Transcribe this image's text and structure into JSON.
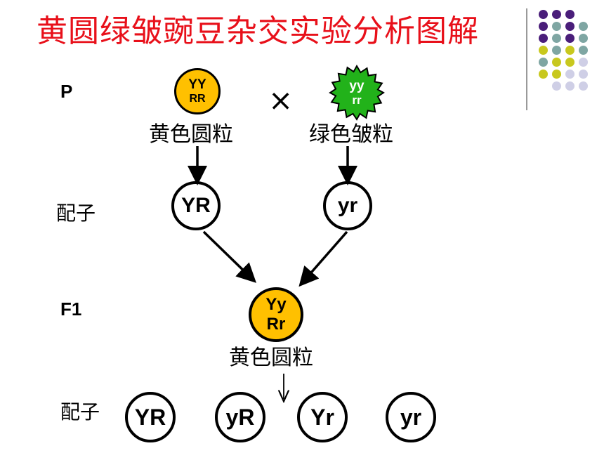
{
  "title": "黄圆绿皱豌豆杂交实验分析图解",
  "rows": {
    "p": "P",
    "gamete1": "配子",
    "f1": "F1",
    "gamete2": "配子"
  },
  "parent_yellow": {
    "line1": "YY",
    "line2": "RR",
    "caption": "黄色圆粒",
    "color": "#ffc000"
  },
  "parent_green": {
    "line1": "yy",
    "line2": "rr",
    "caption": "绿色皱粒",
    "color": "#22b21a"
  },
  "cross_symbol": "×",
  "gametes_p": [
    "YR",
    "yr"
  ],
  "f1": {
    "line1": "Yy",
    "line2": "Rr",
    "caption": "黄色圆粒",
    "color": "#ffc000"
  },
  "gametes_f1": [
    "YR",
    "yR",
    "Yr",
    "yr"
  ],
  "deco_colors": {
    "purple": "#4a1e7a",
    "teal": "#7fa6a3",
    "olive": "#c8c81e",
    "lavender": "#cfcfe6",
    "title": "#e8101a"
  }
}
